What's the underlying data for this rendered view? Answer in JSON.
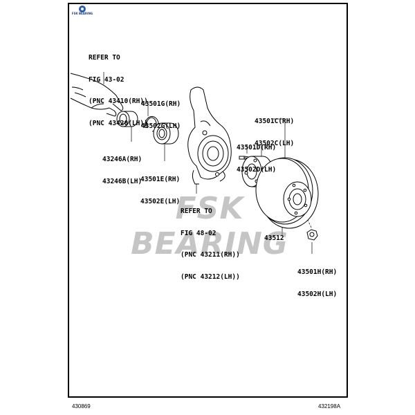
{
  "brand": {
    "logo_text": "FSK BEARING",
    "watermark": "FSK BEARING",
    "watermark_color": "#969696"
  },
  "callouts": {
    "refer_43_02": [
      "REFER TO",
      "FIG 43-02",
      "(PNC 43410(RH))",
      "(PNC 43420(LH))"
    ],
    "refer_48_02": [
      "REFER TO",
      "FIG 48-02",
      "(PNC 43211(RH))",
      "(PNC 43212(LH))"
    ],
    "p43501g": [
      "43501G(RH)",
      "43502G(LH)"
    ],
    "p43246a": [
      "43246A(RH)",
      "43246B(LH)"
    ],
    "p43501e": [
      "43501E(RH)",
      "43502E(LH)"
    ],
    "p43501c": [
      "43501C(RH)",
      "43502C(LH)"
    ],
    "p43501d": [
      "43501D(RH)",
      "43502D(LH)"
    ],
    "p43512": "43512",
    "p43501h": [
      "43501H(RH)",
      "43502H(LH)"
    ]
  },
  "footer": {
    "left_code": "430869",
    "right_code": "432198A"
  },
  "icons": [
    "fsk-logo-icon",
    "hand-pointer-icon",
    "bearing-icon",
    "snap-ring-icon",
    "steering-knuckle-icon",
    "wheel-hub-icon",
    "hub-bolt-icon",
    "brake-disc-icon",
    "lock-nut-icon"
  ]
}
